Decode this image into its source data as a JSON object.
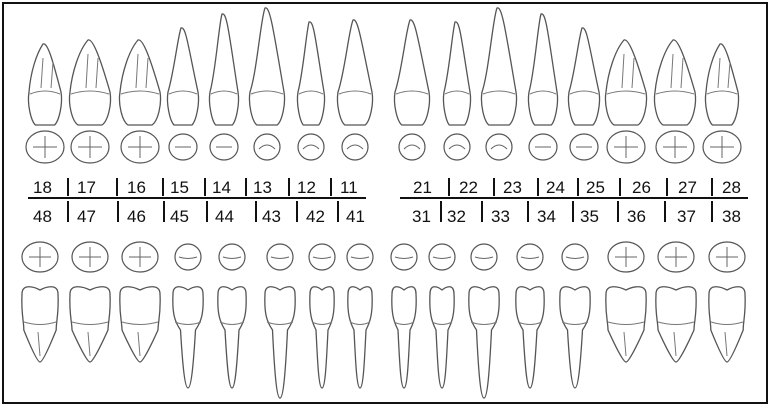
{
  "chart": {
    "upper_right": [
      "18",
      "17",
      "16",
      "15",
      "14",
      "13",
      "12",
      "11"
    ],
    "upper_left": [
      "21",
      "22",
      "23",
      "24",
      "25",
      "26",
      "27",
      "28"
    ],
    "lower_right": [
      "48",
      "47",
      "46",
      "45",
      "44",
      "43",
      "42",
      "41"
    ],
    "lower_left": [
      "31",
      "32",
      "33",
      "34",
      "35",
      "36",
      "37",
      "38"
    ]
  },
  "colors": {
    "outline": "#555555",
    "text": "#111111",
    "frame": "#111111"
  }
}
